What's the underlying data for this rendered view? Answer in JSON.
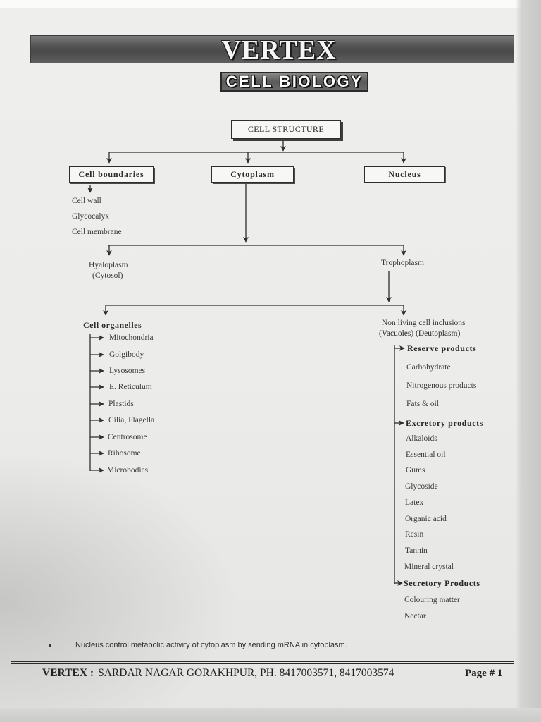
{
  "header": {
    "brand": "VERTEX",
    "subject": "CELL BIOLOGY"
  },
  "diagram": {
    "root": "CELL STRUCTURE",
    "cell_boundaries": {
      "label": "Cell boundaries",
      "items": [
        "Cell wall",
        "Glycocalyx",
        "Cell membrane"
      ]
    },
    "cytoplasm": "Cytoplasm",
    "nucleus": "Nucleus",
    "hyaloplasm": {
      "name": "Hyaloplasm",
      "alias": "(Cytosol)"
    },
    "trophoplasm": "Trophoplasm",
    "cell_organelles": {
      "label": "Cell organelles",
      "items": [
        "Mitochondria",
        "Golgibody",
        "Lysosomes",
        "E. Reticulum",
        "Plastids",
        "Cilia, Flagella",
        "Centrosome",
        "Ribosome",
        "Microbodies"
      ]
    },
    "inclusions": {
      "label": "Non living cell inclusions",
      "alias": "(Vacuoles) (Deutoplasm)",
      "groups": [
        {
          "label": "Reserve products",
          "items": [
            "Carbohydrate",
            "Nitrogenous products",
            "Fats & oil"
          ]
        },
        {
          "label": "Excretory products",
          "items": [
            "Alkaloids",
            "Essential oil",
            "Gums",
            "Glycoside",
            "Latex",
            "Organic acid",
            "Resin",
            "Tannin",
            "Mineral crystal"
          ]
        },
        {
          "label": "Secretory Products",
          "items": [
            "Colouring matter",
            "Nectar"
          ]
        }
      ]
    }
  },
  "note": "Nucleus control metabolic activity of cytoplasm by sending mRNA in cytoplasm.",
  "footer": {
    "org": "VERTEX :",
    "address": "SARDAR NAGAR GORAKHPUR, PH. 8417003571, 8417003574",
    "page": "Page # 1"
  }
}
